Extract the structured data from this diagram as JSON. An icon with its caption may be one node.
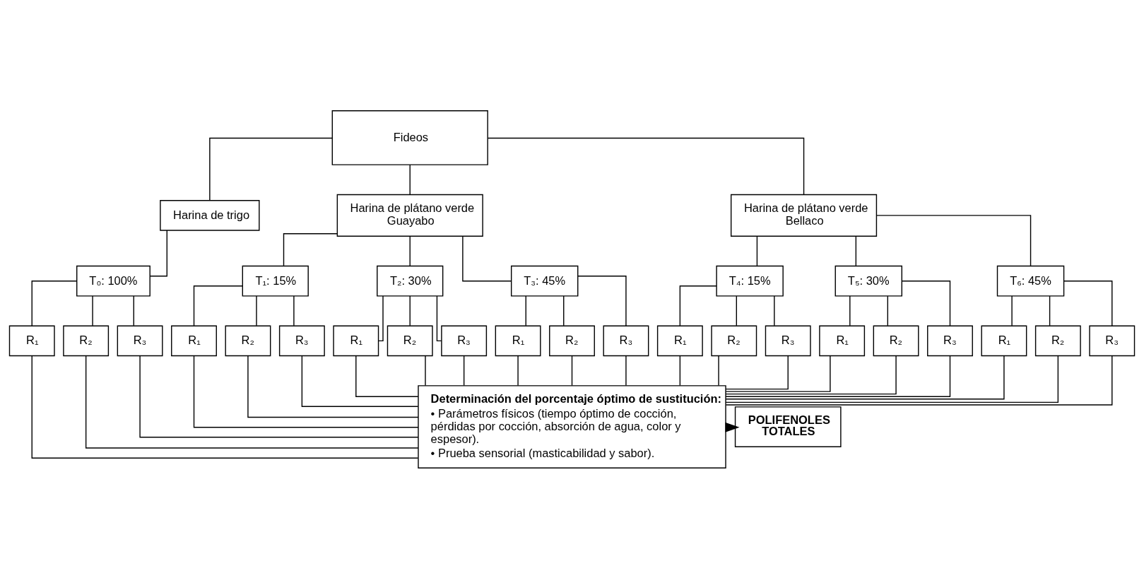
{
  "diagram": {
    "nodes": [
      {
        "text": [
          "Fideos"
        ]
      },
      {
        "text": [
          "Harina de trigo"
        ]
      },
      {
        "text": [
          "Harina de plátano verde Guayabo"
        ]
      },
      {
        "text": [
          "Harina de plátano verde Bellaco"
        ]
      },
      {
        "text": [
          "T₀: 100%"
        ]
      },
      {
        "text": [
          "T₁: 15%"
        ]
      },
      {
        "text": [
          "T₂: 30%"
        ]
      },
      {
        "text": [
          "T₃: 45%"
        ]
      },
      {
        "text": [
          "T₄: 15%"
        ]
      },
      {
        "text": [
          "T₅: 30%"
        ]
      },
      {
        "text": [
          "T₆: 45%"
        ]
      },
      {
        "text": [
          "R₁"
        ]
      },
      {
        "text": [
          "R₂"
        ]
      },
      {
        "text": [
          "R₃"
        ]
      },
      {
        "text": [
          "R₁"
        ]
      },
      {
        "text": [
          "R₂"
        ]
      },
      {
        "text": [
          "R₃"
        ]
      },
      {
        "text": [
          "R₁"
        ]
      },
      {
        "text": [
          "R₂"
        ]
      },
      {
        "text": [
          "R₃"
        ]
      },
      {
        "text": [
          "R₁"
        ]
      },
      {
        "text": [
          "R₂"
        ]
      },
      {
        "text": [
          "R₃"
        ]
      },
      {
        "text": [
          "R₁"
        ]
      },
      {
        "text": [
          "R₂"
        ]
      },
      {
        "text": [
          "R₃"
        ]
      },
      {
        "text": [
          "R₁"
        ]
      },
      {
        "text": [
          "R₂"
        ]
      },
      {
        "text": [
          "R₃"
        ]
      },
      {
        "text": [
          "R₁"
        ]
      },
      {
        "text": [
          "R₂"
        ]
      },
      {
        "text": [
          "R₃"
        ]
      },
      {
        "text": [
          "Determinación del porcentaje óptimo de sustitución:",
          "• Parámetros físicos (tiempo óptimo de cocción, pérdidas por cocción, absorción de agua, color y espesor).",
          "• Prueba sensorial (masticabilidad y sabor)."
        ]
      },
      {
        "text": [
          "POLIFENOLES TOTALES"
        ]
      }
    ],
    "edges": [
      {
        "from": 0,
        "to": 1,
        "arrow": "none"
      },
      {
        "from": 0,
        "to": 2,
        "arrow": "none"
      },
      {
        "from": 0,
        "to": 3,
        "arrow": "none"
      },
      {
        "from": 1,
        "to": 4,
        "arrow": "none"
      },
      {
        "from": 2,
        "to": 5,
        "arrow": "none"
      },
      {
        "from": 2,
        "to": 6,
        "arrow": "none"
      },
      {
        "from": 2,
        "to": 7,
        "arrow": "none"
      },
      {
        "from": 3,
        "to": 8,
        "arrow": "none"
      },
      {
        "from": 3,
        "to": 9,
        "arrow": "none"
      },
      {
        "from": 3,
        "to": 10,
        "arrow": "none"
      },
      {
        "from": 4,
        "to": 11,
        "arrow": "none"
      },
      {
        "from": 4,
        "to": 12,
        "arrow": "none"
      },
      {
        "from": 4,
        "to": 13,
        "arrow": "none"
      },
      {
        "from": 5,
        "to": 14,
        "arrow": "none"
      },
      {
        "from": 5,
        "to": 15,
        "arrow": "none"
      },
      {
        "from": 5,
        "to": 16,
        "arrow": "none"
      },
      {
        "from": 6,
        "to": 17,
        "arrow": "none"
      },
      {
        "from": 6,
        "to": 18,
        "arrow": "none"
      },
      {
        "from": 6,
        "to": 19,
        "arrow": "none"
      },
      {
        "from": 7,
        "to": 20,
        "arrow": "none"
      },
      {
        "from": 7,
        "to": 21,
        "arrow": "none"
      },
      {
        "from": 7,
        "to": 22,
        "arrow": "none"
      },
      {
        "from": 8,
        "to": 23,
        "arrow": "none"
      },
      {
        "from": 8,
        "to": 24,
        "arrow": "none"
      },
      {
        "from": 8,
        "to": 25,
        "arrow": "none"
      },
      {
        "from": 9,
        "to": 26,
        "arrow": "none"
      },
      {
        "from": 9,
        "to": 27,
        "arrow": "none"
      },
      {
        "from": 9,
        "to": 28,
        "arrow": "none"
      },
      {
        "from": 10,
        "to": 29,
        "arrow": "none"
      },
      {
        "from": 10,
        "to": 30,
        "arrow": "none"
      },
      {
        "from": 10,
        "to": 31,
        "arrow": "none"
      },
      {
        "from": 11,
        "to": 32,
        "arrow": "none"
      },
      {
        "from": 12,
        "to": 32,
        "arrow": "none"
      },
      {
        "from": 13,
        "to": 32,
        "arrow": "none"
      },
      {
        "from": 14,
        "to": 32,
        "arrow": "none"
      },
      {
        "from": 15,
        "to": 32,
        "arrow": "none"
      },
      {
        "from": 16,
        "to": 32,
        "arrow": "none"
      },
      {
        "from": 17,
        "to": 32,
        "arrow": "none"
      },
      {
        "from": 18,
        "to": 32,
        "arrow": "none"
      },
      {
        "from": 19,
        "to": 32,
        "arrow": "none"
      },
      {
        "from": 20,
        "to": 32,
        "arrow": "none"
      },
      {
        "from": 21,
        "to": 32,
        "arrow": "none"
      },
      {
        "from": 22,
        "to": 32,
        "arrow": "none"
      },
      {
        "from": 23,
        "to": 32,
        "arrow": "none"
      },
      {
        "from": 24,
        "to": 32,
        "arrow": "none"
      },
      {
        "from": 25,
        "to": 32,
        "arrow": "none"
      },
      {
        "from": 26,
        "to": 32,
        "arrow": "none"
      },
      {
        "from": 27,
        "to": 32,
        "arrow": "none"
      },
      {
        "from": 28,
        "to": 32,
        "arrow": "none"
      },
      {
        "from": 29,
        "to": 32,
        "arrow": "none"
      },
      {
        "from": 30,
        "to": 32,
        "arrow": "none"
      },
      {
        "from": 31,
        "to": 32,
        "arrow": "none"
      },
      {
        "from": 32,
        "to": 33,
        "arrow": "to",
        "style": "thick"
      }
    ]
  }
}
